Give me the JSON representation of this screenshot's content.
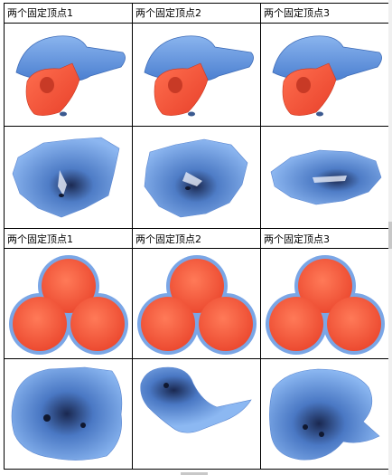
{
  "headers_top": [
    "两个固定顶点1",
    "两个固定顶点2",
    "两个固定顶点3"
  ],
  "headers_bottom": [
    "两个固定顶点1",
    "两个固定顶点2",
    "两个固定顶点3"
  ],
  "colors": {
    "mesh_blue": "#6a9ae0",
    "mesh_blue_dark": "#2a3e6e",
    "patch_red": "#f0553a",
    "disc_rim": "#7aa6e6"
  }
}
